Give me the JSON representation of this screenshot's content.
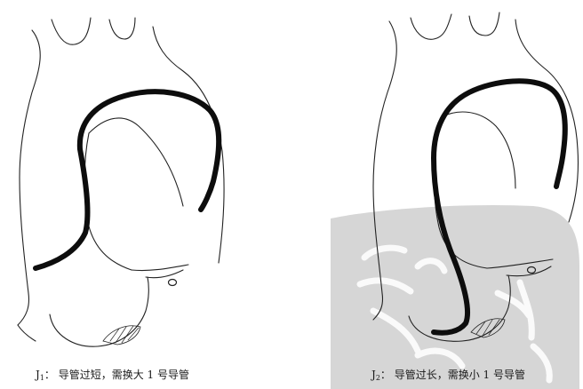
{
  "panels": [
    {
      "id": "J1",
      "label_main": "J",
      "label_sub": "1",
      "caption_text": "： 导管过短，需换大 1 号导管"
    },
    {
      "id": "J2",
      "label_main": "J",
      "label_sub": "2",
      "caption_text": "： 导管过长，需换小 1 号导管"
    }
  ],
  "colors": {
    "outline": "#222222",
    "catheter": "#0d0d0d",
    "watermark": "#d4d4d4",
    "background": "#ffffff"
  }
}
